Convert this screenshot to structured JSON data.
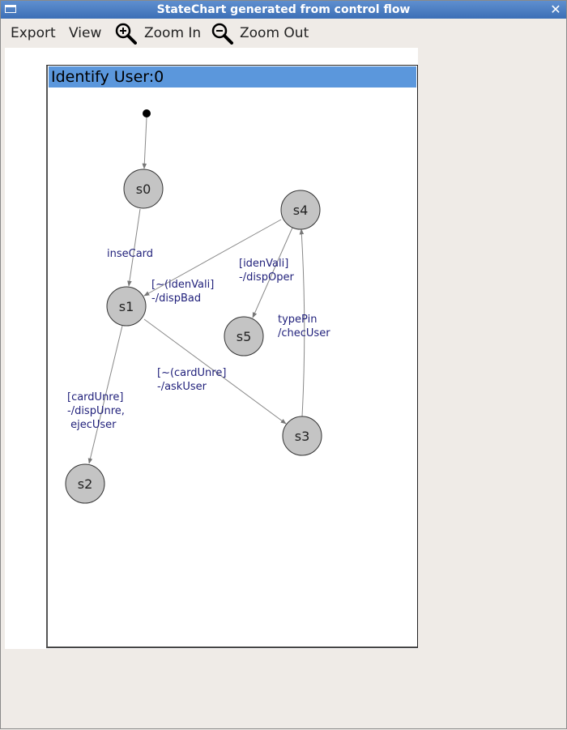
{
  "window": {
    "title": "StateChart generated from control flow",
    "close_glyph": "✕"
  },
  "menu": {
    "export": "Export",
    "view": "View",
    "zoom_in": "Zoom In",
    "zoom_out": "Zoom Out"
  },
  "panel": {
    "title": "Identify User:0"
  },
  "states": {
    "s0": "s0",
    "s1": "s1",
    "s2": "s2",
    "s3": "s3",
    "s4": "s4",
    "s5": "s5"
  },
  "transitions": {
    "s0_s1": [
      "inseCard"
    ],
    "s4_s1": [
      "[~(idenVali]",
      "-/dispBad"
    ],
    "s4_s5": [
      "[idenVali]",
      "-/dispOper"
    ],
    "s3_s4": [
      "typePin",
      "/checUser"
    ],
    "s1_s3": [
      "[~(cardUnre]",
      "-/askUser"
    ],
    "s1_s2": [
      "[cardUnre]",
      "-/dispUnre,",
      " ejecUser"
    ]
  },
  "colors": {
    "titlebar": "#3c6fb6",
    "panel_header": "#5b97dc",
    "state_fill": "#c4c4c4",
    "label_text": "#1f1f7a"
  }
}
